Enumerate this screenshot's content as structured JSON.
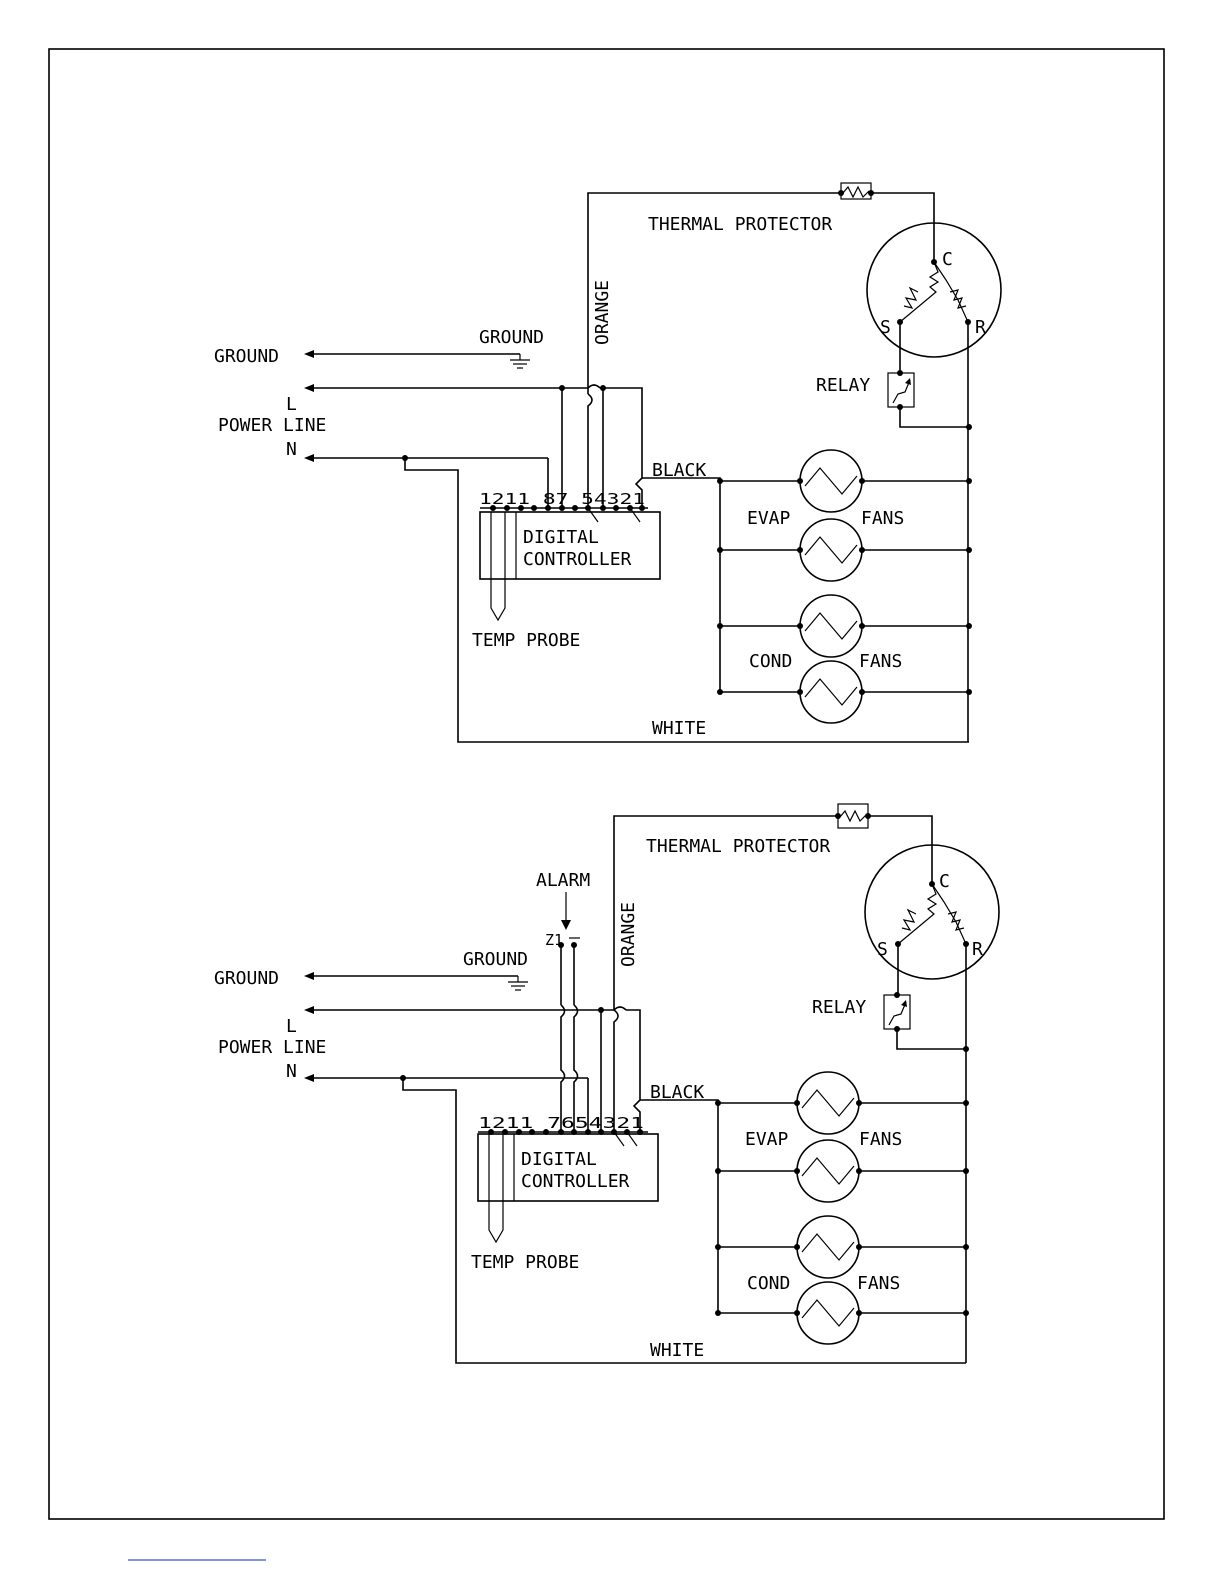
{
  "diagrams": [
    {
      "thermal_protector": "THERMAL PROTECTOR",
      "orange": "ORANGE",
      "ground_symbol_label": "GROUND",
      "ground_line_label": "GROUND",
      "line_l": "L",
      "power_line": "POWER LINE",
      "line_n": "N",
      "black": "BLACK",
      "white": "WHITE",
      "relay": "RELAY",
      "compressor_c": "C",
      "compressor_s": "S",
      "compressor_r": "R",
      "terminals": "1211  87  54321",
      "controller_line1": "DIGITAL",
      "controller_line2": "CONTROLLER",
      "temp_probe": "TEMP PROBE",
      "evap": "EVAP",
      "evap_fans": "FANS",
      "cond": "COND",
      "cond_fans": "FANS"
    },
    {
      "thermal_protector": "THERMAL PROTECTOR",
      "orange": "ORANGE",
      "alarm": "ALARM",
      "alarm_terminals": "Z1",
      "ground_symbol_label": "GROUND",
      "ground_line_label": "GROUND",
      "line_l": "L",
      "power_line": "POWER LINE",
      "line_n": "N",
      "black": "BLACK",
      "white": "WHITE",
      "relay": "RELAY",
      "compressor_c": "C",
      "compressor_s": "S",
      "compressor_r": "R",
      "terminals": "1211  7654321",
      "controller_line1": "DIGITAL",
      "controller_line2": "CONTROLLER",
      "temp_probe": "TEMP PROBE",
      "evap": "EVAP",
      "evap_fans": "FANS",
      "cond": "COND",
      "cond_fans": "FANS"
    }
  ]
}
